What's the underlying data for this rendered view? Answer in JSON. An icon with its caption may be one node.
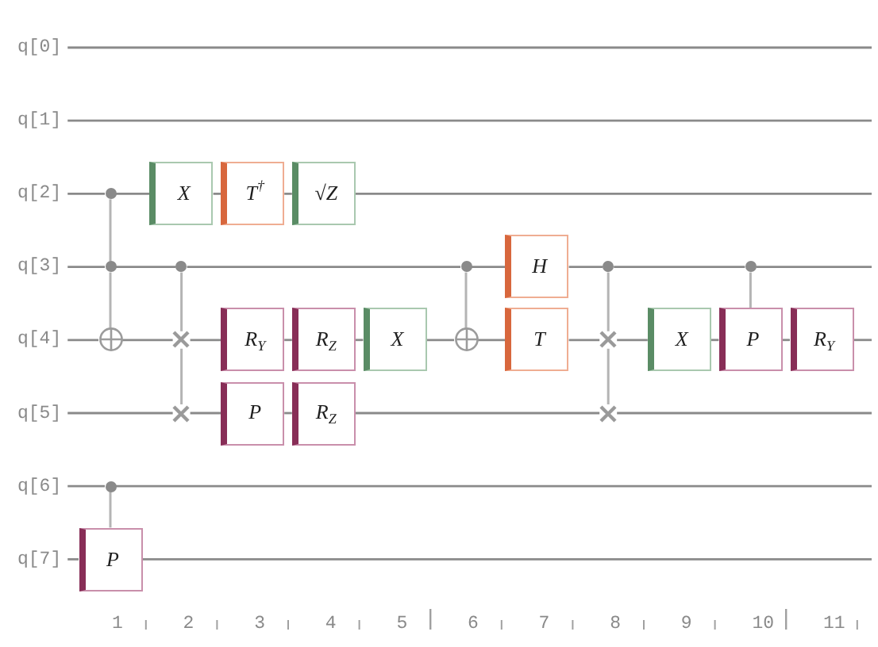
{
  "diagram": {
    "nodes": [
      {
        "text": [
          "q[0]"
        ]
      },
      {
        "text": [
          "q[1]"
        ]
      },
      {
        "text": [
          "q[2]"
        ]
      },
      {
        "text": [],
        "shape": "dot"
      },
      {
        "text": [
          "X"
        ]
      },
      {
        "text": [
          "T$^{†}$"
        ]
      },
      {
        "text": [
          "√Z"
        ]
      },
      {
        "text": [
          "q[3]"
        ]
      },
      {
        "text": [],
        "shape": "dot"
      },
      {
        "text": [],
        "shape": "dot"
      },
      {
        "text": [],
        "shape": "dot"
      },
      {
        "text": [
          "H"
        ]
      },
      {
        "text": [],
        "shape": "dot"
      },
      {
        "text": [],
        "shape": "dot"
      },
      {
        "text": [
          "q[4]"
        ]
      },
      {
        "text": [],
        "shape": "circle"
      },
      {
        "text": [],
        "shape": "cross"
      },
      {
        "text": [
          "R$_{Y}$"
        ]
      },
      {
        "text": [
          "R$_{Z}$"
        ]
      },
      {
        "text": [
          "X"
        ]
      },
      {
        "text": [],
        "shape": "circle"
      },
      {
        "text": [
          "T"
        ]
      },
      {
        "text": [],
        "shape": "cross"
      },
      {
        "text": [
          "X"
        ]
      },
      {
        "text": [
          "P"
        ]
      },
      {
        "text": [
          "R$_{Y}$"
        ]
      },
      {
        "text": [
          "q[5]"
        ]
      },
      {
        "text": [],
        "shape": "cross"
      },
      {
        "text": [
          "P"
        ]
      },
      {
        "text": [
          "R$_{Z}$"
        ]
      },
      {
        "text": [],
        "shape": "cross"
      },
      {
        "text": [
          "q[6]"
        ]
      },
      {
        "text": [],
        "shape": "dot"
      },
      {
        "text": [
          "q[7]"
        ]
      },
      {
        "text": [
          "P"
        ]
      }
    ],
    "edges": [
      {
        "from": 0,
        "to": null,
        "arrow": "none"
      },
      {
        "from": 1,
        "to": null,
        "arrow": "none"
      },
      {
        "from": 2,
        "to": 3,
        "arrow": "none"
      },
      {
        "from": 3,
        "to": 4,
        "arrow": "none"
      },
      {
        "from": 4,
        "to": 5,
        "arrow": "none"
      },
      {
        "from": 5,
        "to": 6,
        "arrow": "none"
      },
      {
        "from": 6,
        "to": null,
        "arrow": "none"
      },
      {
        "from": 7,
        "to": 8,
        "arrow": "none"
      },
      {
        "from": 8,
        "to": 9,
        "arrow": "none"
      },
      {
        "from": 9,
        "to": 10,
        "arrow": "none"
      },
      {
        "from": 10,
        "to": 11,
        "arrow": "none"
      },
      {
        "from": 11,
        "to": 12,
        "arrow": "none"
      },
      {
        "from": 12,
        "to": 13,
        "arrow": "none"
      },
      {
        "from": 13,
        "to": null,
        "arrow": "none"
      },
      {
        "from": 14,
        "to": 15,
        "arrow": "none"
      },
      {
        "from": 15,
        "to": 16,
        "arrow": "none"
      },
      {
        "from": 16,
        "to": 17,
        "arrow": "none"
      },
      {
        "from": 17,
        "to": 18,
        "arrow": "none"
      },
      {
        "from": 18,
        "to": 19,
        "arrow": "none"
      },
      {
        "from": 19,
        "to": 20,
        "arrow": "none"
      },
      {
        "from": 20,
        "to": 21,
        "arrow": "none"
      },
      {
        "from": 21,
        "to": 22,
        "arrow": "none"
      },
      {
        "from": 22,
        "to": 23,
        "arrow": "none"
      },
      {
        "from": 23,
        "to": 24,
        "arrow": "none"
      },
      {
        "from": 24,
        "to": 25,
        "arrow": "none"
      },
      {
        "from": 25,
        "to": null,
        "arrow": "none"
      },
      {
        "from": 26,
        "to": 27,
        "arrow": "none"
      },
      {
        "from": 27,
        "to": 28,
        "arrow": "none"
      },
      {
        "from": 28,
        "to": 29,
        "arrow": "none"
      },
      {
        "from": 29,
        "to": 30,
        "arrow": "none"
      },
      {
        "from": 30,
        "to": null,
        "arrow": "none"
      },
      {
        "from": 31,
        "to": 32,
        "arrow": "none"
      },
      {
        "from": 32,
        "to": null,
        "arrow": "none"
      },
      {
        "from": 33,
        "to": 34,
        "arrow": "none"
      },
      {
        "from": 34,
        "to": null,
        "arrow": "none"
      },
      {
        "from": 3,
        "to": 8,
        "arrow": "none",
        "color": "#b4b4b4"
      },
      {
        "from": 8,
        "to": 15,
        "arrow": "none",
        "color": "#b4b4b4"
      },
      {
        "from": 9,
        "to": 16,
        "arrow": "none",
        "color": "#b4b4b4"
      },
      {
        "from": 16,
        "to": 27,
        "arrow": "none",
        "color": "#b4b4b4"
      },
      {
        "from": 10,
        "to": 20,
        "arrow": "none",
        "color": "#b4b4b4"
      },
      {
        "from": 12,
        "to": 22,
        "arrow": "none",
        "color": "#b4b4b4"
      },
      {
        "from": 22,
        "to": 30,
        "arrow": "none",
        "color": "#b4b4b4"
      },
      {
        "from": 13,
        "to": 24,
        "arrow": "none",
        "color": "#b4b4b4"
      },
      {
        "from": 32,
        "to": 34,
        "arrow": "none",
        "color": "#b4b4b4"
      }
    ],
    "labels": [
      "1",
      "2",
      "3",
      "4",
      "5",
      "6",
      "7",
      "8",
      "9",
      "10",
      "11"
    ]
  }
}
